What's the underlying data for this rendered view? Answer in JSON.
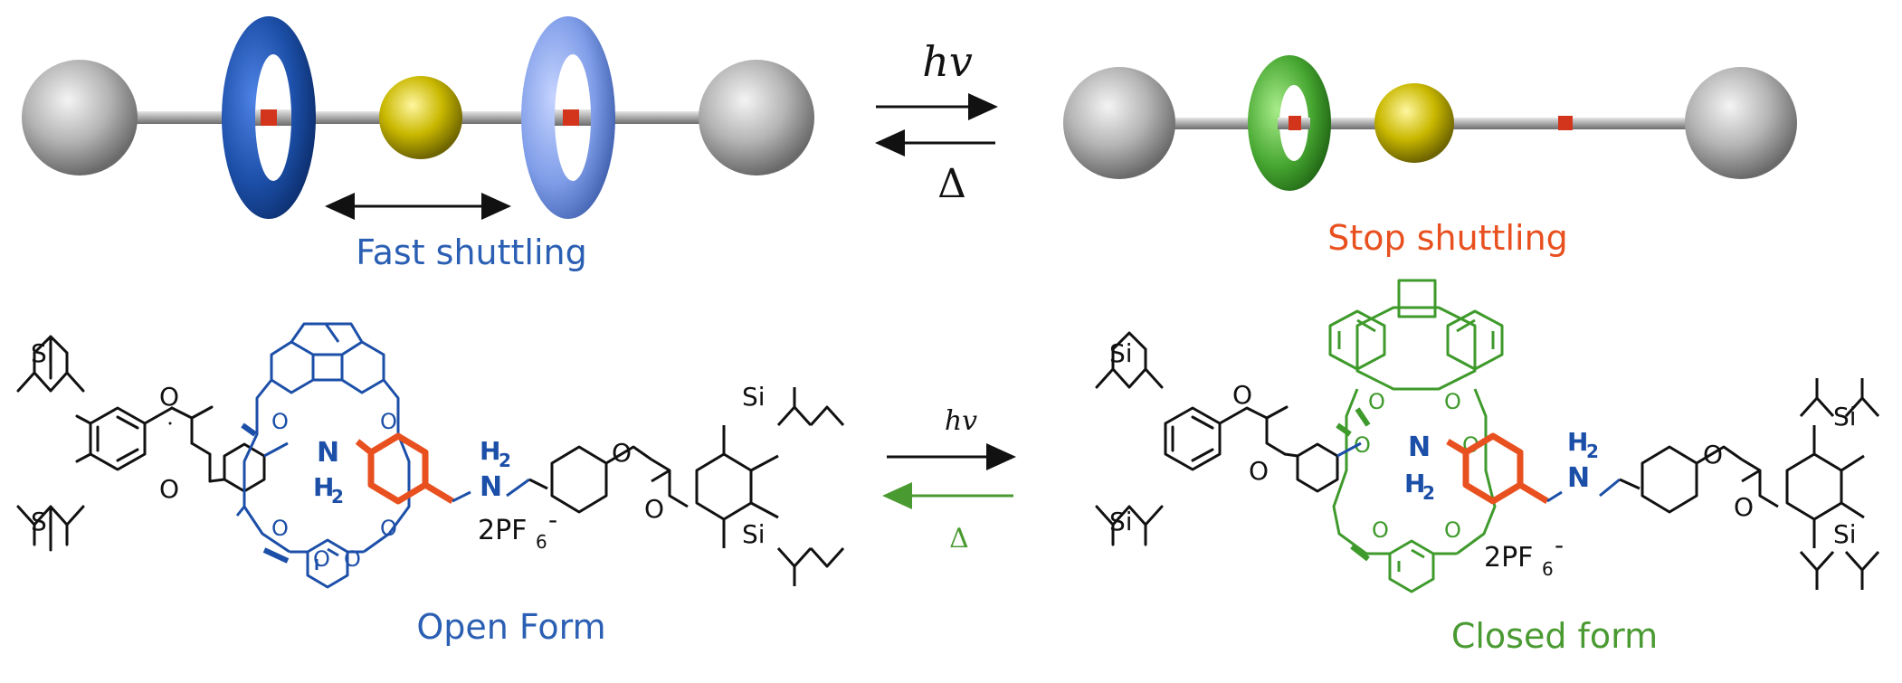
{
  "top": {
    "arrow_forward_label": "hv",
    "arrow_backward_label": "Δ",
    "left_caption": "Fast shuttling",
    "right_caption": "Stop shuttling"
  },
  "bottom": {
    "arrow_forward_label": "hv",
    "arrow_backward_label": "Δ",
    "open_form_label": "Open Form",
    "closed_form_label": "Closed form",
    "left": {
      "si_label": "Si",
      "nh_top_n": "N",
      "nh_top_h": "H",
      "nh_top_sub": "2",
      "nh_right_h": "H",
      "nh_right_sub": "2",
      "nh_right_n": "N",
      "counterion": "2PF",
      "counterion_sub": "6",
      "counterion_sup": "-",
      "oxygen": "O"
    },
    "right": {
      "si_label": "Si",
      "nh_top_n": "N",
      "nh_top_h": "H",
      "nh_top_sub": "2",
      "nh_right_h": "H",
      "nh_right_sub": "2",
      "nh_right_n": "N",
      "counterion": "2PF",
      "counterion_sub": "6",
      "counterion_sup": "-",
      "oxygen": "O"
    }
  },
  "colors": {
    "blue_ring": "#1c4fa8",
    "light_blue_ring": "#6f8fe0",
    "green_ring": "#3f9a2c",
    "yellow_ball": "#c9b800",
    "grey_ball": "#9a9a9a",
    "red_station": "#d2341c",
    "orange": "#e8501f",
    "caption_blue": "#2b5fb3",
    "caption_orange": "#e8501f",
    "caption_green": "#4a9a32",
    "black": "#111111"
  }
}
